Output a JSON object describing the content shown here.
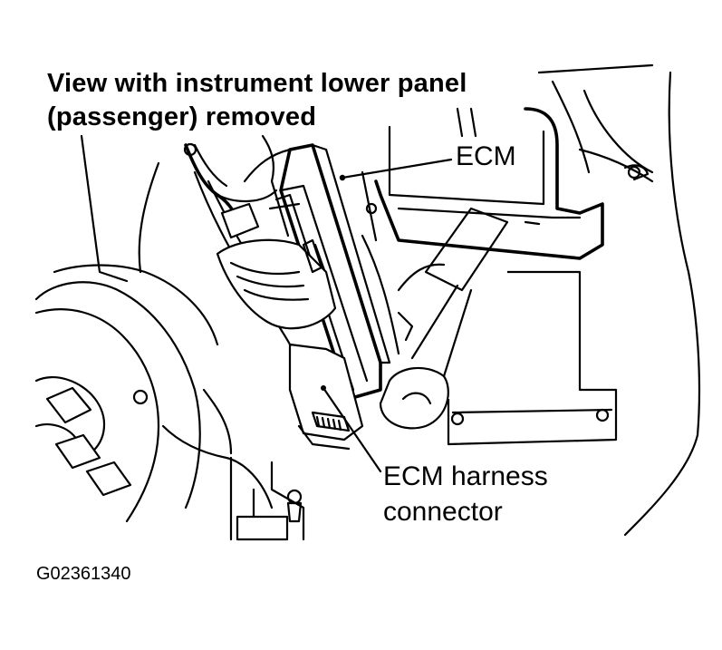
{
  "labels": {
    "view_line1": "View with instrument lower panel",
    "view_line2": "(passenger) removed",
    "ecm": "ECM",
    "harness_line1": "ECM harness",
    "harness_line2": "connector",
    "figure_code": "G02361340"
  }
}
